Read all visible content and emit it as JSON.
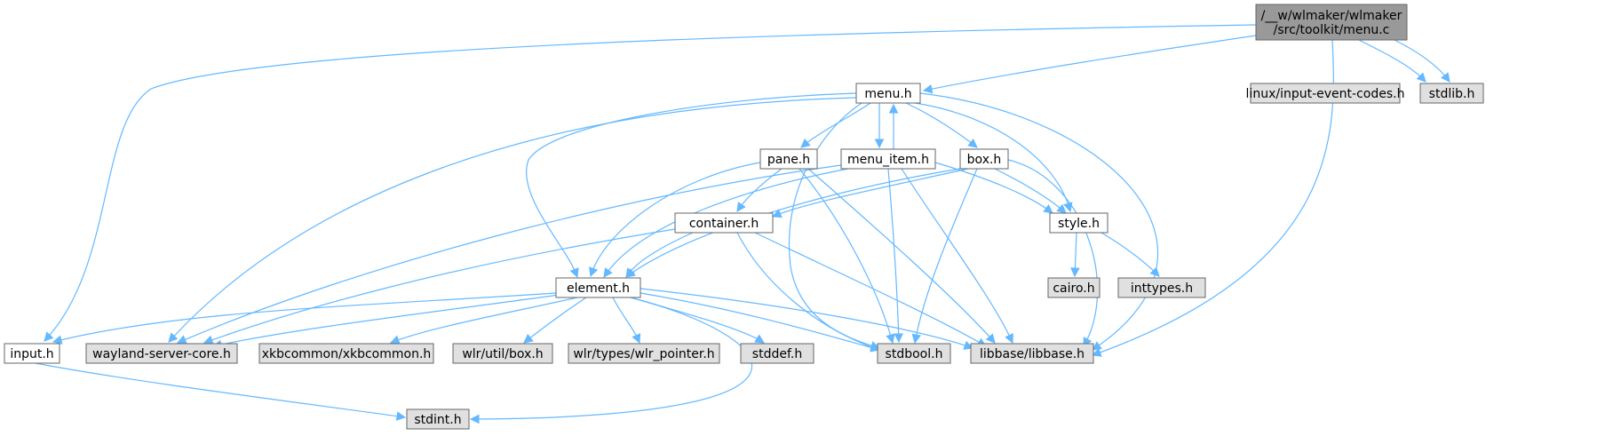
{
  "diagram": {
    "colors": {
      "edge": "#63b8ff",
      "node_border": "#666666",
      "root_fill": "#999999",
      "local_fill": "#ffffff",
      "system_fill": "#e0e0e0",
      "text": "#000000"
    },
    "nodes": [
      {
        "id": "root",
        "lines": [
          "/__w/wlmaker/wlmaker",
          "/src/toolkit/menu.c"
        ],
        "kind": "root"
      },
      {
        "id": "menu_h",
        "lines": [
          "menu.h"
        ],
        "kind": "local"
      },
      {
        "id": "input_h",
        "lines": [
          "input.h"
        ],
        "kind": "local"
      },
      {
        "id": "linux_input",
        "lines": [
          "linux/input-event-codes.h"
        ],
        "kind": "system"
      },
      {
        "id": "stdlib_h",
        "lines": [
          "stdlib.h"
        ],
        "kind": "system"
      },
      {
        "id": "pane_h",
        "lines": [
          "pane.h"
        ],
        "kind": "local"
      },
      {
        "id": "menu_item_h",
        "lines": [
          "menu_item.h"
        ],
        "kind": "local"
      },
      {
        "id": "box_h",
        "lines": [
          "box.h"
        ],
        "kind": "local"
      },
      {
        "id": "container_h",
        "lines": [
          "container.h"
        ],
        "kind": "local"
      },
      {
        "id": "style_h",
        "lines": [
          "style.h"
        ],
        "kind": "local"
      },
      {
        "id": "cairo_h",
        "lines": [
          "cairo.h"
        ],
        "kind": "system"
      },
      {
        "id": "inttypes_h",
        "lines": [
          "inttypes.h"
        ],
        "kind": "system"
      },
      {
        "id": "element_h",
        "lines": [
          "element.h"
        ],
        "kind": "local"
      },
      {
        "id": "wayland",
        "lines": [
          "wayland-server-core.h"
        ],
        "kind": "system"
      },
      {
        "id": "xkb",
        "lines": [
          "xkbcommon/xkbcommon.h"
        ],
        "kind": "system"
      },
      {
        "id": "wlr_box",
        "lines": [
          "wlr/util/box.h"
        ],
        "kind": "system"
      },
      {
        "id": "wlr_pointer",
        "lines": [
          "wlr/types/wlr_pointer.h"
        ],
        "kind": "system"
      },
      {
        "id": "stddef_h",
        "lines": [
          "stddef.h"
        ],
        "kind": "system"
      },
      {
        "id": "stdbool_h",
        "lines": [
          "stdbool.h"
        ],
        "kind": "system"
      },
      {
        "id": "libbase",
        "lines": [
          "libbase/libbase.h"
        ],
        "kind": "system"
      },
      {
        "id": "stdint_h",
        "lines": [
          "stdint.h"
        ],
        "kind": "system"
      }
    ],
    "edges": [
      [
        "root",
        "menu_h"
      ],
      [
        "root",
        "input_h"
      ],
      [
        "root",
        "linux_input"
      ],
      [
        "root",
        "stdlib_h"
      ],
      [
        "root",
        "libbase"
      ],
      [
        "menu_h",
        "pane_h"
      ],
      [
        "menu_h",
        "menu_item_h"
      ],
      [
        "menu_h",
        "box_h"
      ],
      [
        "menu_h",
        "style_h"
      ],
      [
        "menu_h",
        "element_h"
      ],
      [
        "menu_h",
        "wayland"
      ],
      [
        "menu_h",
        "stdbool_h"
      ],
      [
        "menu_h",
        "libbase"
      ],
      [
        "menu_item_h",
        "menu_h"
      ],
      [
        "menu_item_h",
        "element_h"
      ],
      [
        "menu_item_h",
        "style_h"
      ],
      [
        "menu_item_h",
        "wayland"
      ],
      [
        "menu_item_h",
        "stdbool_h"
      ],
      [
        "menu_item_h",
        "libbase"
      ],
      [
        "pane_h",
        "container_h"
      ],
      [
        "pane_h",
        "element_h"
      ],
      [
        "pane_h",
        "stdbool_h"
      ],
      [
        "pane_h",
        "libbase"
      ],
      [
        "box_h",
        "container_h"
      ],
      [
        "box_h",
        "style_h"
      ],
      [
        "box_h",
        "element_h"
      ],
      [
        "box_h",
        "stdbool_h"
      ],
      [
        "box_h",
        "libbase"
      ],
      [
        "container_h",
        "element_h"
      ],
      [
        "container_h",
        "wayland"
      ],
      [
        "container_h",
        "stdbool_h"
      ],
      [
        "container_h",
        "libbase"
      ],
      [
        "style_h",
        "cairo_h"
      ],
      [
        "style_h",
        "inttypes_h"
      ],
      [
        "element_h",
        "input_h"
      ],
      [
        "element_h",
        "wayland"
      ],
      [
        "element_h",
        "xkb"
      ],
      [
        "element_h",
        "wlr_box"
      ],
      [
        "element_h",
        "wlr_pointer"
      ],
      [
        "element_h",
        "stddef_h"
      ],
      [
        "element_h",
        "stdbool_h"
      ],
      [
        "element_h",
        "libbase"
      ],
      [
        "element_h",
        "stdint_h"
      ],
      [
        "input_h",
        "stdint_h"
      ]
    ]
  }
}
